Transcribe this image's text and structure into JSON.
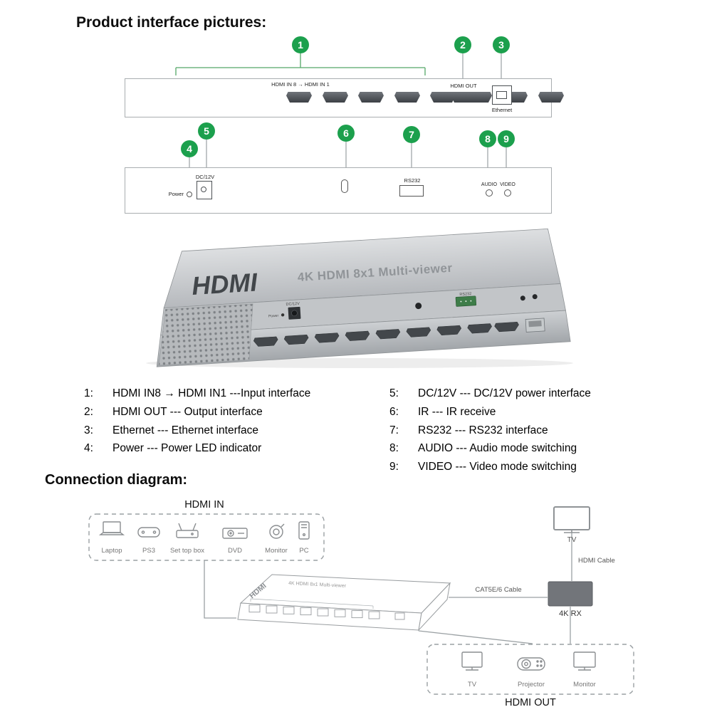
{
  "page": {
    "title": "Product interface pictures:",
    "connection_heading": "Connection diagram:"
  },
  "callouts": [
    "1",
    "2",
    "3",
    "4",
    "5",
    "6",
    "7",
    "8",
    "9"
  ],
  "rear_panel": {
    "input_range_label": "HDMI IN 8 → HDMI IN 1",
    "hdmi_out_label": "HDMI OUT",
    "ethernet_label": "Ethernet"
  },
  "front_panel": {
    "dc_label": "DC/12V",
    "power_label": "Power",
    "rs232_label": "RS232",
    "audio_label": "AUDIO",
    "video_label": "VIDEO"
  },
  "product": {
    "logo": "HDMI",
    "model": "4K HDMI 8x1 Multi-viewer"
  },
  "legend": {
    "left": [
      {
        "num": "1:",
        "text": "HDMI IN8 → HDMI IN1 ---Input interface"
      },
      {
        "num": "2:",
        "text": "HDMI OUT --- Output interface"
      },
      {
        "num": "3:",
        "text": "Ethernet --- Ethernet interface"
      },
      {
        "num": "4:",
        "text": "Power --- Power LED indicator"
      }
    ],
    "right": [
      {
        "num": "5:",
        "text": "DC/12V --- DC/12V power interface"
      },
      {
        "num": "6:",
        "text": "IR --- IR receive"
      },
      {
        "num": "7:",
        "text": "RS232 --- RS232 interface"
      },
      {
        "num": "8:",
        "text": "AUDIO --- Audio mode switching"
      },
      {
        "num": "9:",
        "text": "VIDEO --- Video mode switching"
      }
    ]
  },
  "connection": {
    "hdmi_in_label": "HDMI IN",
    "sources": [
      "Laptop",
      "PS3",
      "Set top box",
      "DVD",
      "Monitor",
      "PC"
    ],
    "device_logo": "HDMI",
    "device_model": "4K HDMI 8x1 Multi-viewer",
    "tv_top_label": "TV",
    "hdmi_cable_label": "HDMI Cable",
    "cat_cable_label": "CAT5E/6 Cable",
    "rx_label": "4K RX",
    "outputs": [
      "TV",
      "Projector",
      "Monitor"
    ],
    "hdmi_out_label": "HDMI OUT"
  }
}
